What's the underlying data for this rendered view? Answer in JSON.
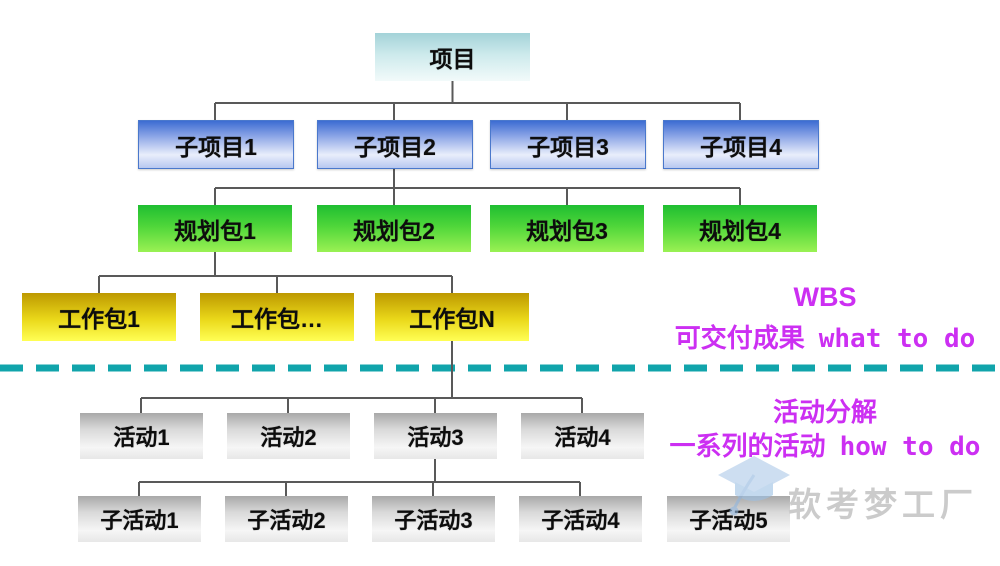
{
  "nodes": {
    "l1": [
      "项目"
    ],
    "l2": [
      "子项目1",
      "子项目2",
      "子项目3",
      "子项目4"
    ],
    "l3": [
      "规划包1",
      "规划包2",
      "规划包3",
      "规划包4"
    ],
    "l4": [
      "工作包1",
      "工作包…",
      "工作包N"
    ],
    "l5": [
      "活动1",
      "活动2",
      "活动3",
      "活动4"
    ],
    "l6": [
      "子活动1",
      "子活动2",
      "子活动3",
      "子活动4",
      "子活动5"
    ]
  },
  "annotations": {
    "wbs": {
      "title": "WBS",
      "zh": "可交付成果",
      "en": "what to do"
    },
    "activity": {
      "title": "活动分解",
      "zh": "一系列的活动",
      "en": "how to do"
    }
  },
  "watermark": {
    "text": "软考梦工厂",
    "icon": "graduation-cap-icon"
  },
  "colors": {
    "root_box_top": "#a3d2d8",
    "subproject_blue": "#3c6cd2",
    "planning_green": "#1fbe31",
    "workpackage_yellow": "#e8d416",
    "activity_gray": "#c9c9c9",
    "connector": "#595959",
    "divider_teal": "#11a4ab",
    "annotation_magenta": "#cc2ff2",
    "watermark_gray": "#cbcbcb",
    "watermark_blue": "#adc9e8"
  }
}
